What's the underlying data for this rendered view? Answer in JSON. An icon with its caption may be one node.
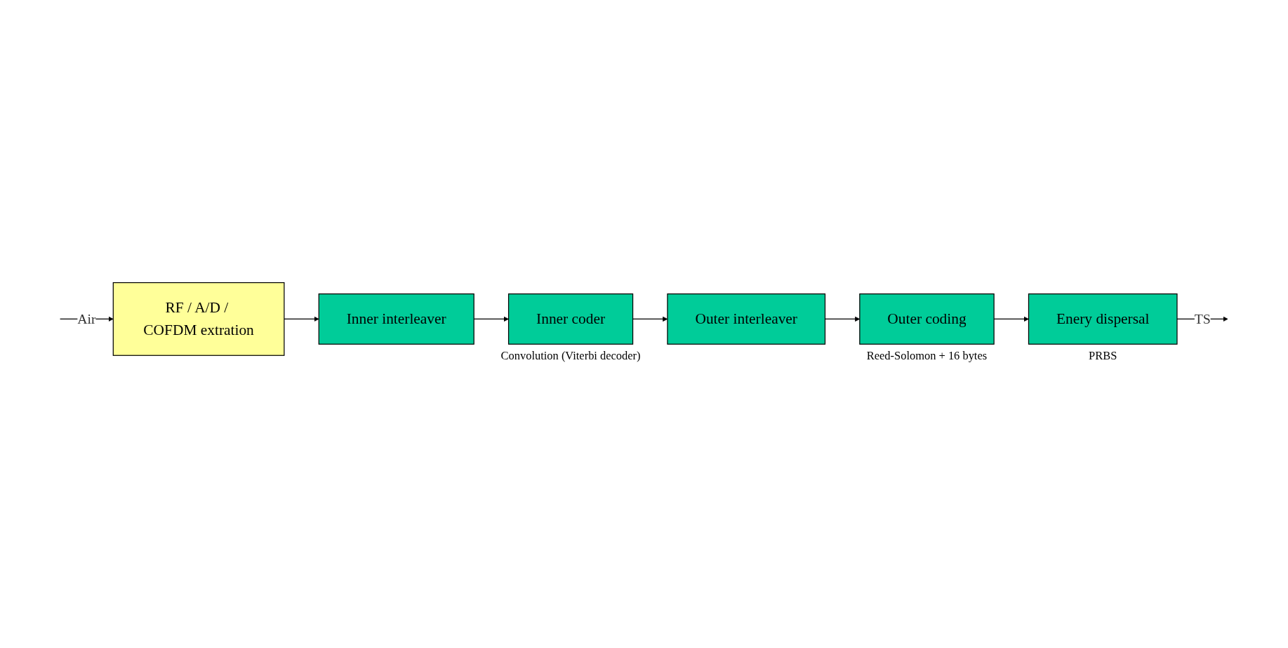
{
  "diagram": {
    "nodes": [
      {
        "text": [
          "RF / A/D / COFDM extration"
        ]
      },
      {
        "text": [
          "Inner interleaver"
        ]
      },
      {
        "text": [
          "Inner coder"
        ],
        "beside": [
          "Convolution (Viterbi decoder)"
        ]
      },
      {
        "text": [
          "Outer interleaver"
        ]
      },
      {
        "text": [
          "Outer coding"
        ],
        "beside": [
          "Reed-Solomon + 16 bytes"
        ]
      },
      {
        "text": [
          "Enery dispersal"
        ],
        "beside": [
          "PRBS"
        ]
      }
    ],
    "edges": [
      {
        "from": null,
        "to": 0,
        "arrow": "to",
        "label": "Air"
      },
      {
        "from": 0,
        "to": 1,
        "arrow": "to"
      },
      {
        "from": 1,
        "to": 2,
        "arrow": "to"
      },
      {
        "from": 2,
        "to": 3,
        "arrow": "to"
      },
      {
        "from": 3,
        "to": 4,
        "arrow": "to"
      },
      {
        "from": 4,
        "to": 5,
        "arrow": "to"
      },
      {
        "from": 5,
        "to": null,
        "arrow": "to",
        "label": "TS"
      }
    ]
  }
}
